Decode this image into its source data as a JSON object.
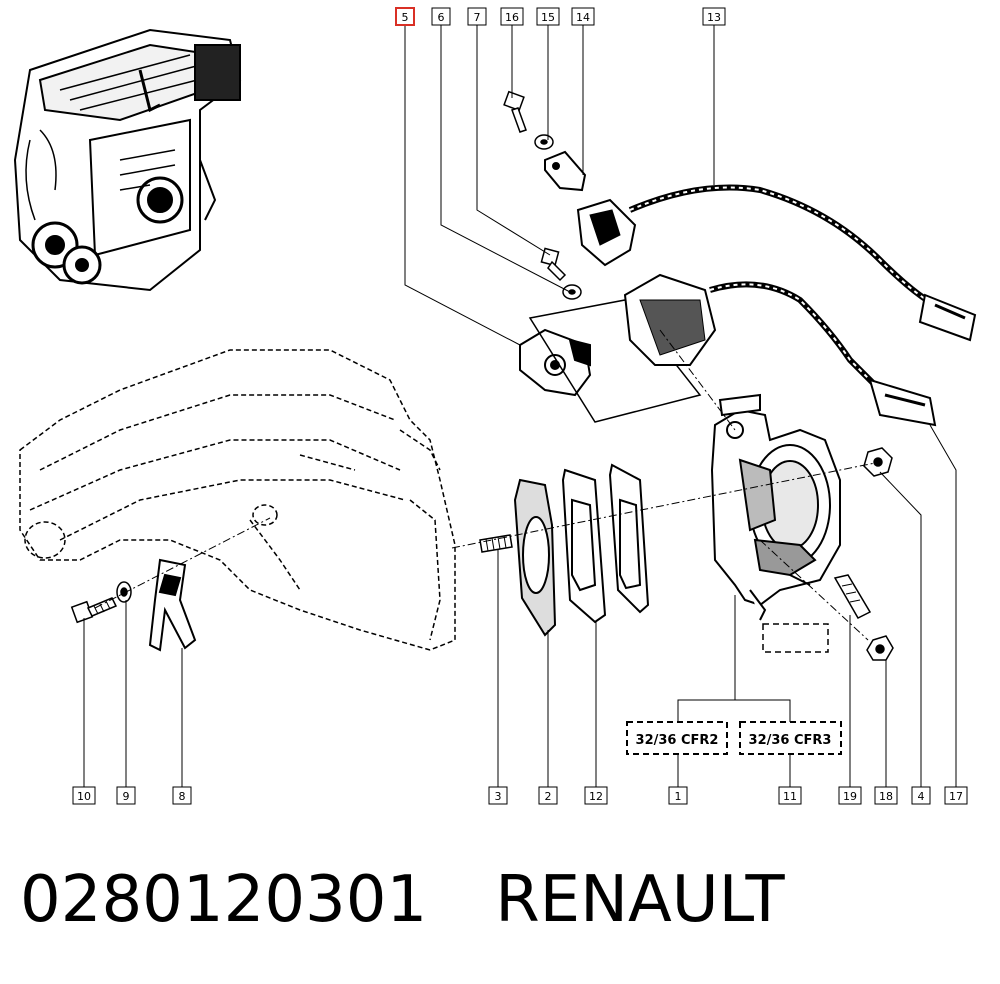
{
  "callouts": {
    "top": [
      "5",
      "6",
      "7",
      "16",
      "15",
      "14",
      "13"
    ],
    "bottom": [
      "10",
      "9",
      "8",
      "3",
      "2",
      "12",
      "1",
      "11",
      "19",
      "18",
      "4",
      "17"
    ]
  },
  "highlighted_callout": "5",
  "model_boxes": [
    "32/36 CFR2",
    "32/36 CFR3"
  ],
  "caption": {
    "part_number": "0280120301",
    "brand": "RENAULT"
  },
  "colors": {
    "highlight": "#d93025",
    "ink": "#000000"
  }
}
